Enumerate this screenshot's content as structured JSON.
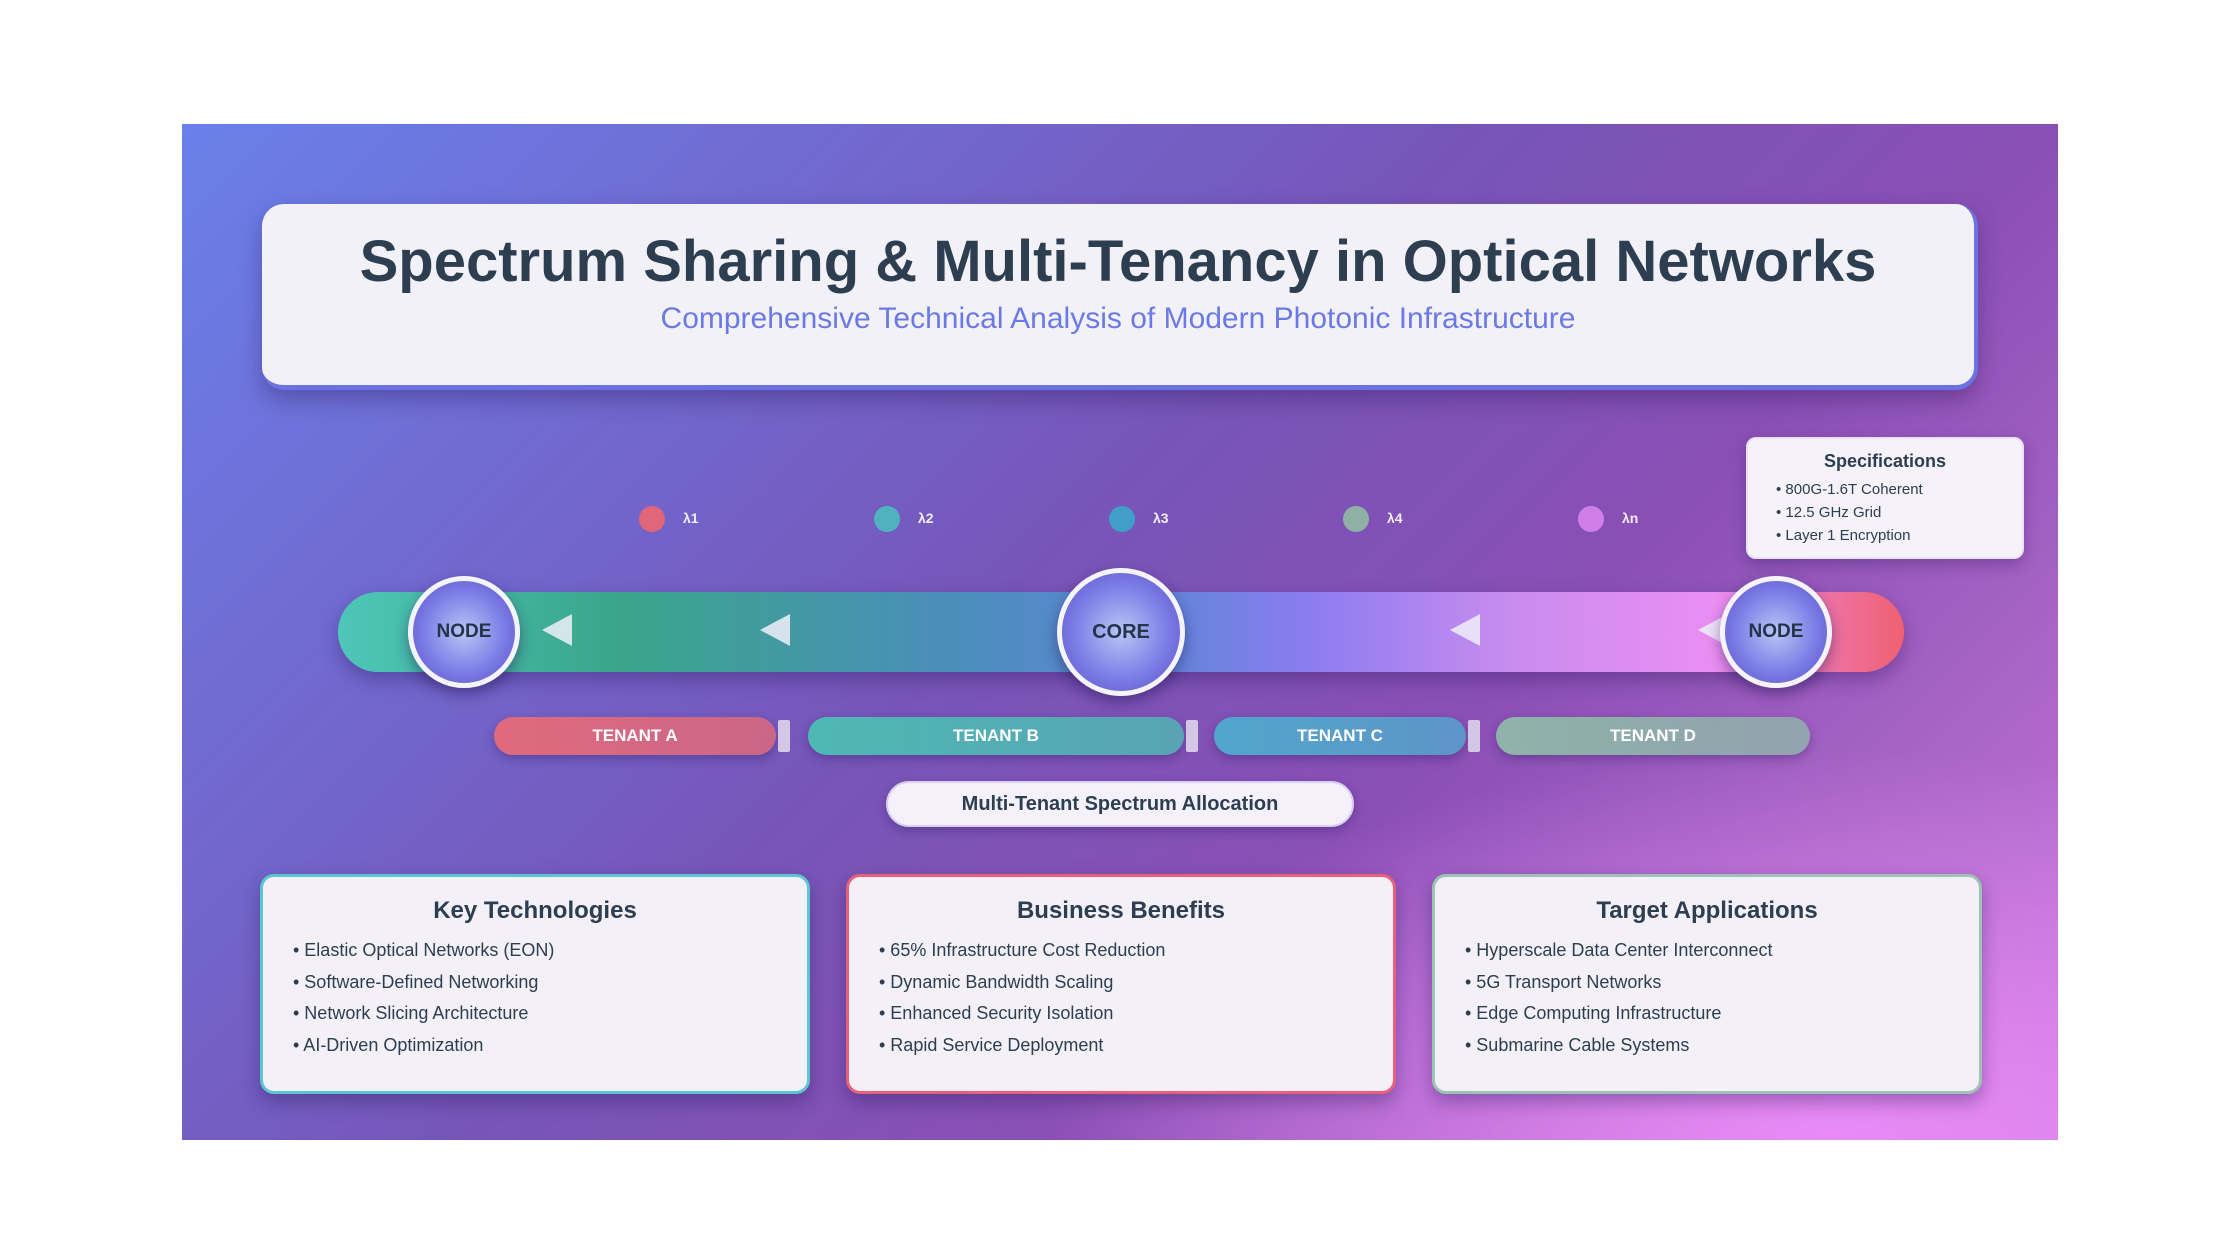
{
  "header": {
    "title": "Spectrum Sharing & Multi-Tenancy in Optical Networks",
    "subtitle": "Comprehensive Technical Analysis of Modern Photonic Infrastructure"
  },
  "specifications": {
    "title": "Specifications",
    "items": [
      "• 800G-1.6T Coherent",
      "• 12.5 GHz Grid",
      "• Layer 1 Encryption"
    ]
  },
  "wavelengths": [
    {
      "label": "λ1",
      "color": "#e0667a"
    },
    {
      "label": "λ2",
      "color": "#4fb3bf"
    },
    {
      "label": "λ3",
      "color": "#3f9fc8"
    },
    {
      "label": "λ4",
      "color": "#8fb0a4"
    },
    {
      "label": "λn",
      "color": "#d07ee8"
    }
  ],
  "nodes": {
    "left": "NODE",
    "core": "CORE",
    "right": "NODE"
  },
  "tenants": [
    {
      "label": "TENANT A",
      "color": "#e06a7c"
    },
    {
      "label": "TENANT B",
      "color": "#4fb8b4"
    },
    {
      "label": "TENANT C",
      "color": "#52a6cc"
    },
    {
      "label": "TENANT D",
      "color": "#8fb3aa"
    }
  ],
  "allocation_label": "Multi-Tenant Spectrum Allocation",
  "cards": [
    {
      "title": "Key Technologies",
      "border_color": "#5bc5d0",
      "items": [
        "• Elastic Optical Networks (EON)",
        "• Software-Defined Networking",
        "• Network Slicing Architecture",
        "• AI-Driven Optimization"
      ]
    },
    {
      "title": "Business Benefits",
      "border_color": "#e8607a",
      "items": [
        "• 65% Infrastructure Cost Reduction",
        "• Dynamic Bandwidth Scaling",
        "• Enhanced Security Isolation",
        "• Rapid Service Deployment"
      ]
    },
    {
      "title": "Target Applications",
      "border_color": "#9cc4b6",
      "items": [
        "• Hyperscale Data Center Interconnect",
        "• 5G Transport Networks",
        "• Edge Computing Infrastructure",
        "• Submarine Cable Systems"
      ]
    }
  ]
}
